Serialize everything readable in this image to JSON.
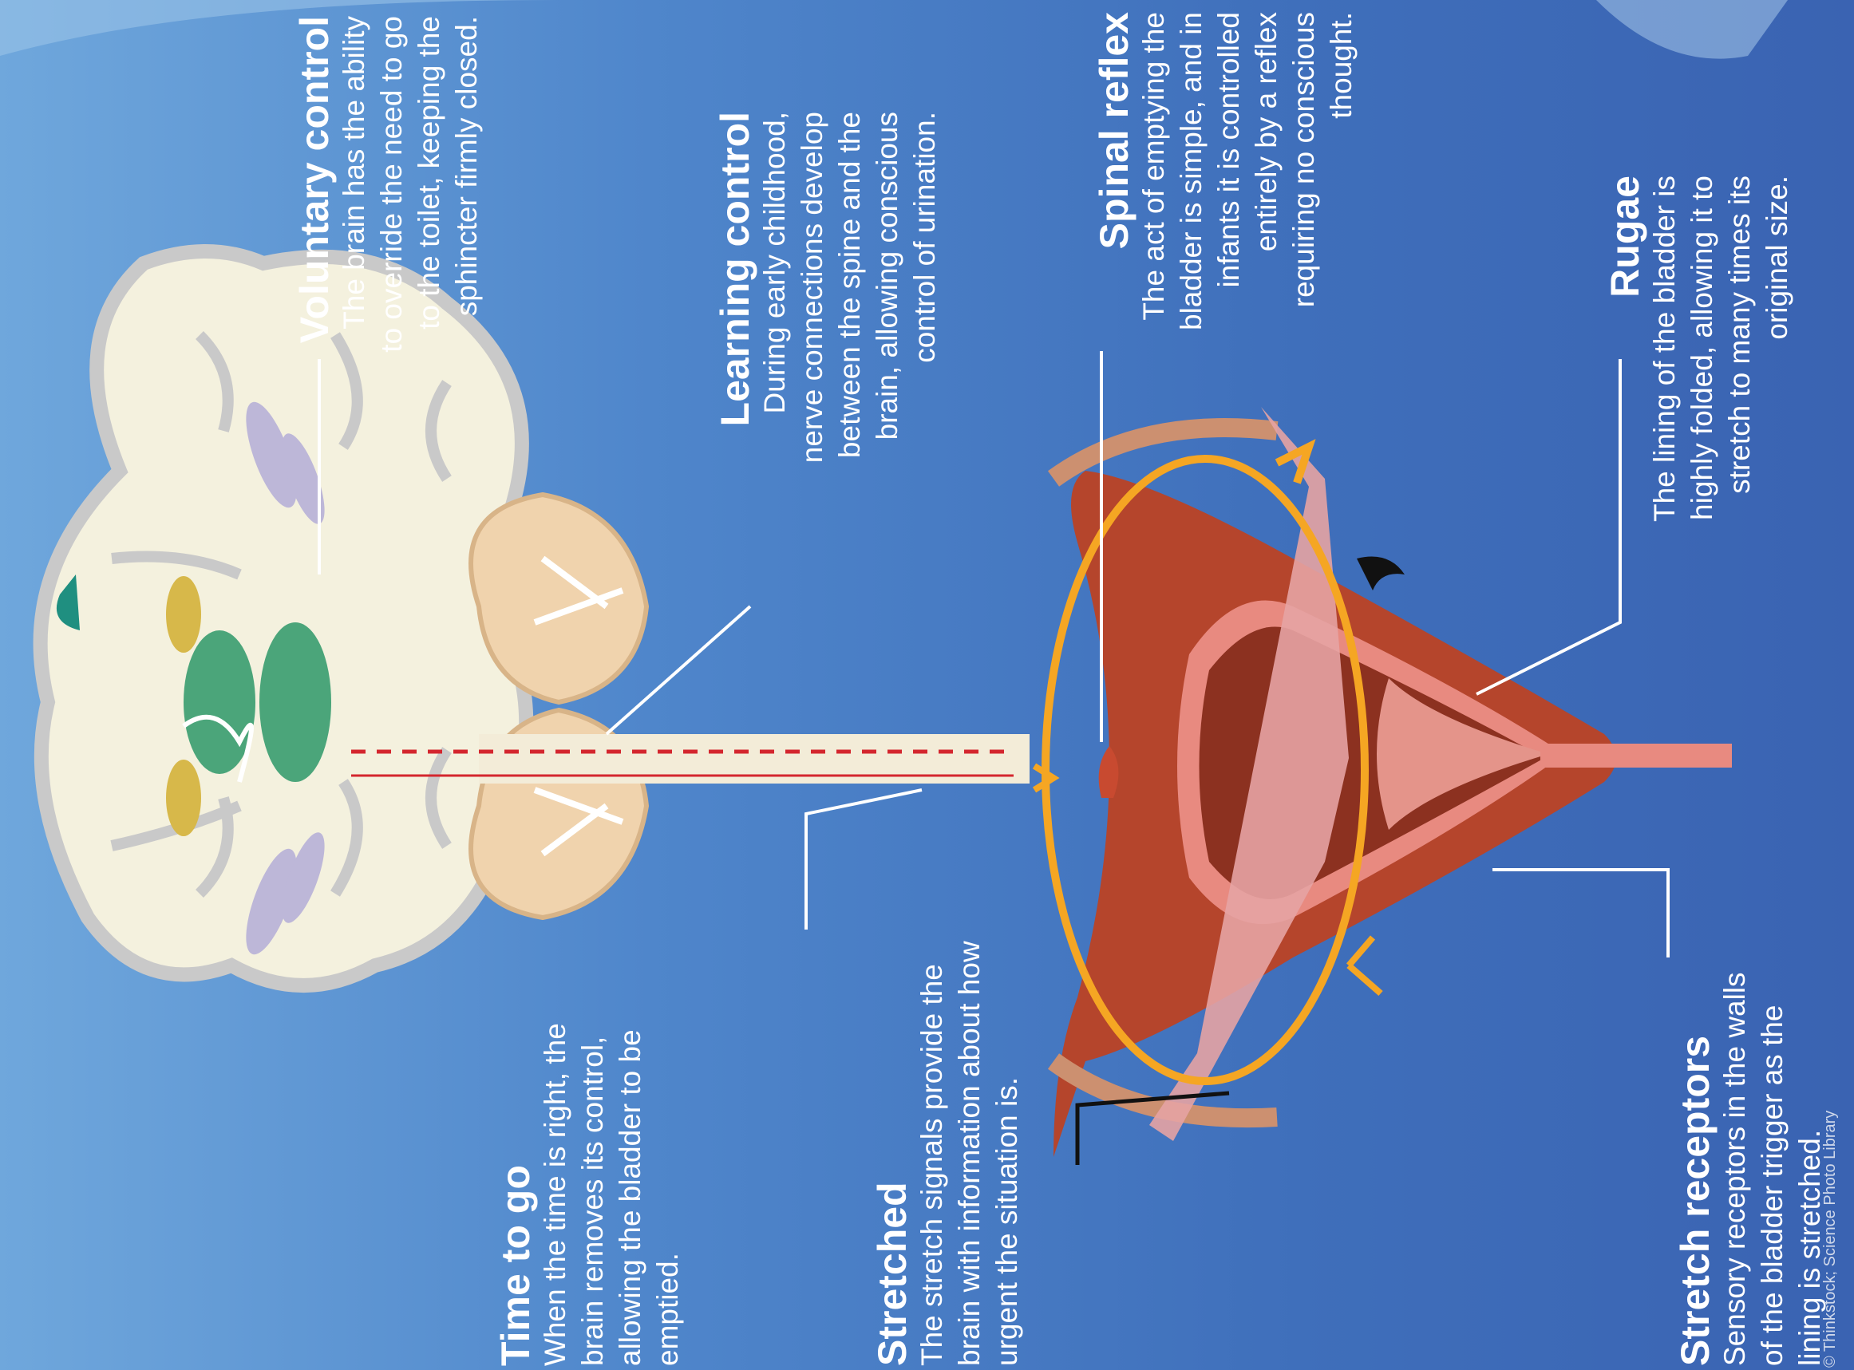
{
  "captions": {
    "voluntary": {
      "title": "Voluntary control",
      "body": "The brain has the ability to override the need to go to the toilet, keeping the sphincter firmly closed."
    },
    "learning": {
      "title": "Learning control",
      "body": "During early childhood, nerve connections develop between the spine and the brain, allowing conscious control of urination."
    },
    "spinal": {
      "title": "Spinal reflex",
      "body": "The act of emptying the bladder is simple, and in infants it is controlled entirely by a reflex requiring no conscious thought."
    },
    "rugae": {
      "title": "Rugae",
      "body": "The lining of the bladder is highly folded, allowing it to stretch to many times its original size."
    },
    "timetogo": {
      "title": "Time to go",
      "body": "When the time is right, the brain removes its control, allowing the bladder to be emptied."
    },
    "stretched": {
      "title": "Stretched",
      "body": "The stretch signals provide the brain with information about how urgent the situation is."
    },
    "receptors": {
      "title": "Stretch receptors",
      "body": "Sensory receptors in the walls of the bladder trigger as the lining is stretched."
    }
  },
  "credit": "© Thinkstock; Science Photo Library",
  "colors": {
    "background": "#4a7cc4",
    "nerve_loop": "#f5a623",
    "bladder_wall": "#b5452c",
    "lining": "#e88a80",
    "spinal_cord": "#f3ecd8"
  }
}
